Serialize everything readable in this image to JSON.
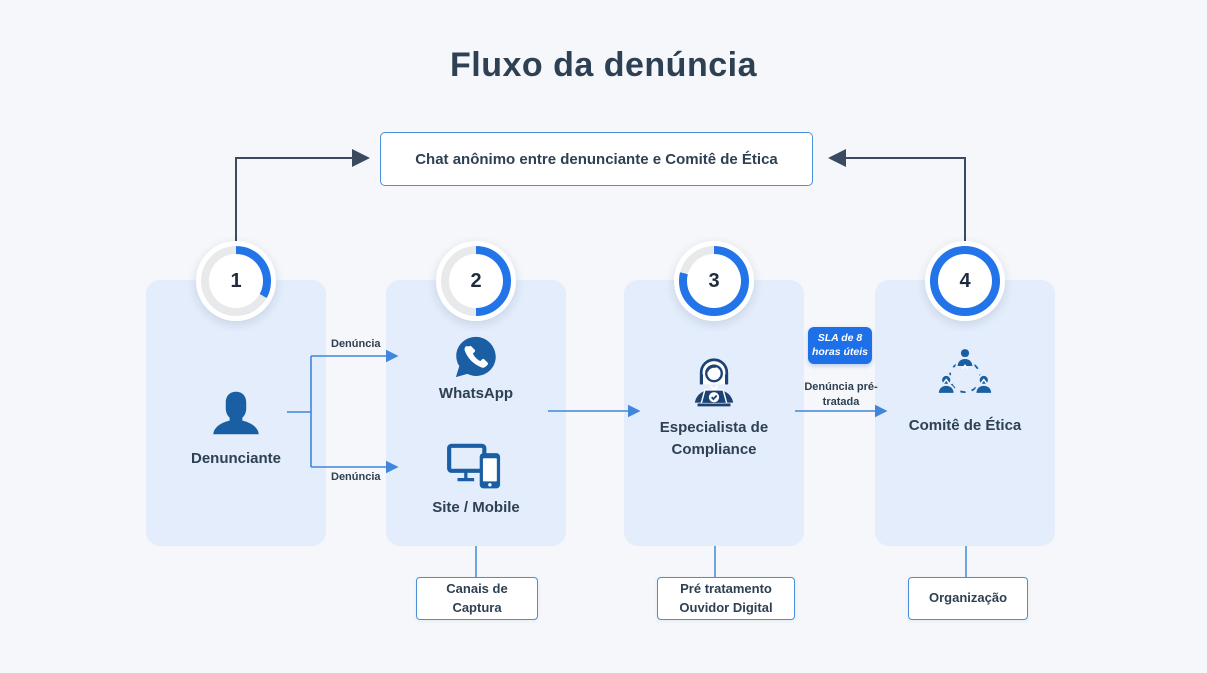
{
  "title": "Fluxo da denúncia",
  "chat_banner": {
    "label": "Chat anônimo entre denunciante e Comitê de Ética"
  },
  "steps": [
    {
      "number": "1",
      "progress_percent": 33,
      "label": "Denunciante",
      "icon": "person-icon"
    },
    {
      "number": "2",
      "progress_percent": 50,
      "channels": [
        {
          "icon": "whatsapp-icon",
          "label": "WhatsApp"
        },
        {
          "icon": "devices-icon",
          "label": "Site / Mobile"
        }
      ]
    },
    {
      "number": "3",
      "progress_percent": 79,
      "label": "Especialista de Compliance",
      "icon": "compliance-specialist-icon"
    },
    {
      "number": "4",
      "progress_percent": 100,
      "label": "Comitê de Ética",
      "icon": "ethics-committee-icon"
    }
  ],
  "flow_labels": {
    "denuncia_top": "Denúncia",
    "denuncia_bottom": "Denúncia",
    "sla_badge": "SLA de 8 horas úteis",
    "pre_treated": "Denúncia pré-tratada"
  },
  "bottom_notes": [
    {
      "label": "Canais de Captura"
    },
    {
      "label": "Pré tratamento Ouvidor Digital"
    },
    {
      "label": "Organização"
    }
  ],
  "colors": {
    "page_bg": "#f5f7fa",
    "panel_blue": "#e3edfb",
    "dark_text": "#2e4053",
    "icon_blue": "#1a5fa3",
    "connector_blue": "#4a90d9",
    "arrow_blue": "#3f86dc",
    "dark_line": "#3a4a5f",
    "badge_blue": "#1d70e8",
    "ring_blue": "#2274e8",
    "ring_gray": "#e8e9eb"
  }
}
